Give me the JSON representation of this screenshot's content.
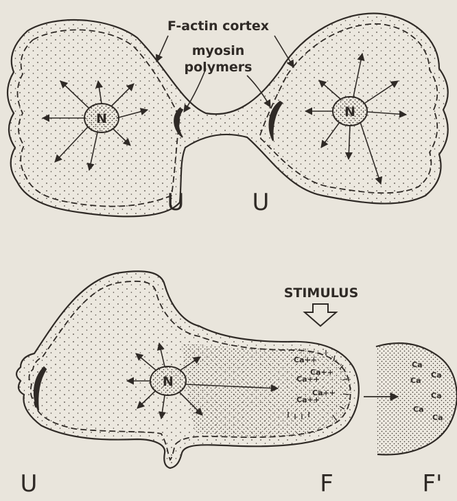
{
  "labels": {
    "cortex": "F-actin cortex",
    "myosin_line1": "myosin",
    "myosin_line2": "polymers",
    "stimulus": "STIMULUS",
    "nucleus": "N",
    "uropod": "U",
    "front": "F",
    "front_prime": "F'",
    "ca": "Ca",
    "ca_plus": "Ca++"
  },
  "colors": {
    "background": "#e9e5dc",
    "ink": "#2f2a26",
    "cell_fill": "#ece8df"
  }
}
